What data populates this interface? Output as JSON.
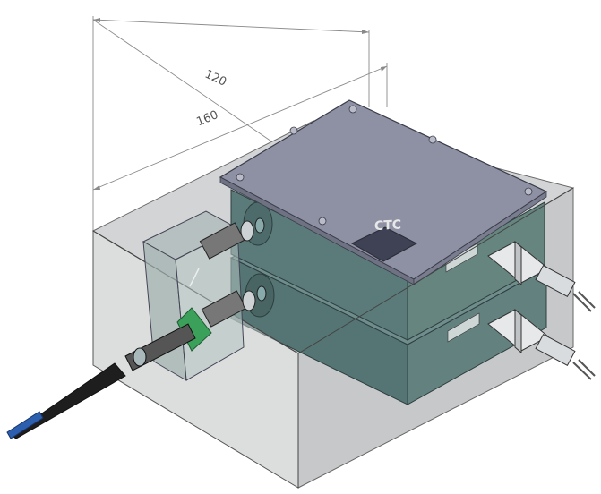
{
  "dimensions": {
    "width": "120",
    "depth": "160"
  },
  "device_logo": {
    "text": "CTC"
  },
  "colors": {
    "lid": "#8e91a3",
    "housing": "#5e7d7c",
    "enclosure": "#c9cbcc",
    "cable_boot": "#2c5fae",
    "fiber_splitter": "#3aa05a"
  }
}
